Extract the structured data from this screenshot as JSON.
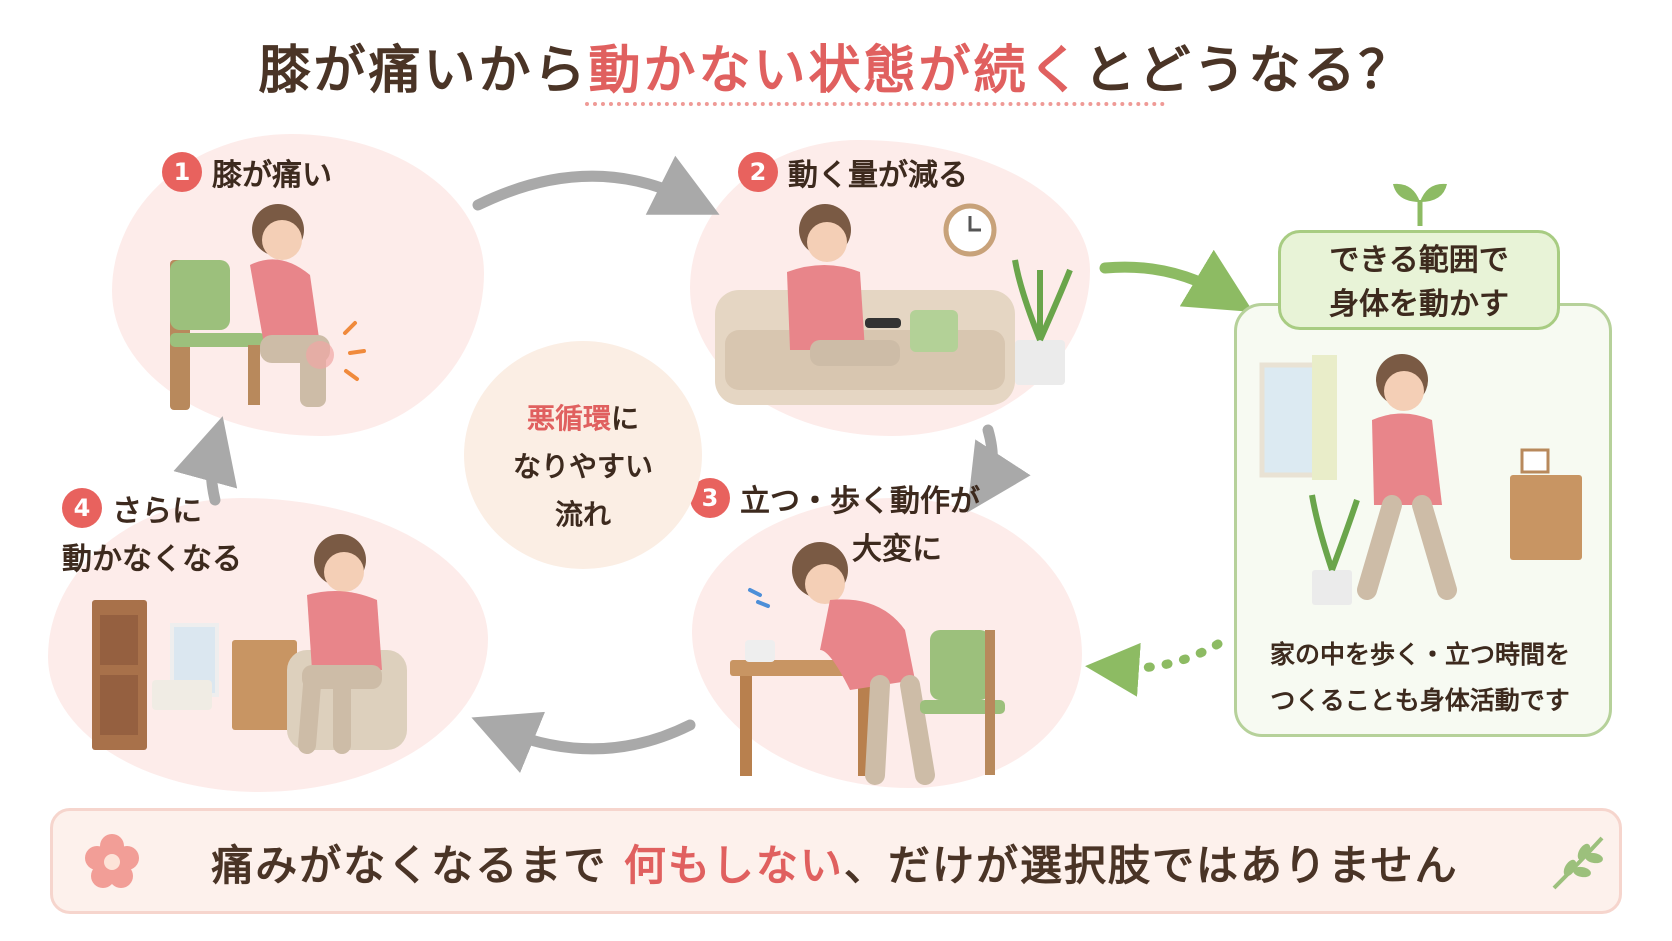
{
  "title": {
    "part1": "膝が痛いから",
    "part2": "動かない状態が続く",
    "part3": "とどうなる？"
  },
  "steps": [
    {
      "num": "1",
      "line1": "膝が痛い",
      "line2": ""
    },
    {
      "num": "2",
      "line1": "動く量が減る",
      "line2": ""
    },
    {
      "num": "3",
      "line1": "立つ・歩く動作が",
      "line2": "大変に"
    },
    {
      "num": "4",
      "line1": "さらに",
      "line2": "動かなくなる"
    }
  ],
  "center": {
    "line1": "悪循環",
    "line1_suffix": "に",
    "line2": "なりやすい",
    "line3": "流れ"
  },
  "green": {
    "tag_line1": "できる範囲で",
    "tag_line2": "身体を動かす",
    "caption_line1": "家の中を歩く・立つ時間を",
    "caption_line2": "つくることも身体活動です"
  },
  "banner": {
    "part1": "痛みがなくなるまで ",
    "part2": "何もしない",
    "part3": "、だけが選択肢ではありません"
  },
  "colors": {
    "accent_red": "#e0605f",
    "step_badge": "#e8625e",
    "blob_pink": "#fdecea",
    "green_border": "#a8cc82",
    "arrow_gray": "#a9a9a9",
    "arrow_green": "#8dbb63"
  }
}
